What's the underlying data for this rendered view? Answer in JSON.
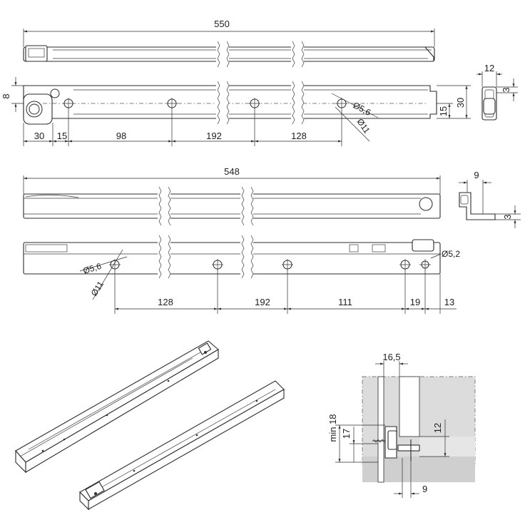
{
  "top_view": {
    "overall_length": "550",
    "dims": [
      "30",
      "15",
      "98",
      "192",
      "128"
    ],
    "height": "8",
    "hole_small": "Ø5,6",
    "hole_large": "Ø11",
    "side_dims": [
      "15",
      "30"
    ]
  },
  "end_view_top": {
    "width": "12",
    "offset": "3"
  },
  "bottom_view": {
    "overall_length": "548",
    "dims": [
      "128",
      "192",
      "111",
      "19",
      "13"
    ],
    "hole_small": "Ø5,6",
    "hole_large": "Ø11",
    "hole_right": "Ø5,2"
  },
  "end_view_bottom": {
    "width": "9",
    "offset": "3"
  },
  "install_detail": {
    "gap": "16,5",
    "min_thickness": "min 18",
    "height_17": "17",
    "height_12": "12",
    "offset_9": "9"
  }
}
